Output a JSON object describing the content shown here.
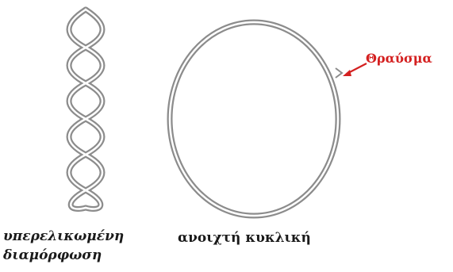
{
  "labels": {
    "supercoiled_line1": "υπερελικωμένη",
    "supercoiled_line2": "διαμόρφωση",
    "open_circular": "ανοιχτή κυκλική",
    "break": "Θραύσμα"
  },
  "colors": {
    "strand": "#8a8a8a",
    "strand_inner": "#ffffff",
    "break_label": "#d42020",
    "text": "#1a1a1a"
  }
}
